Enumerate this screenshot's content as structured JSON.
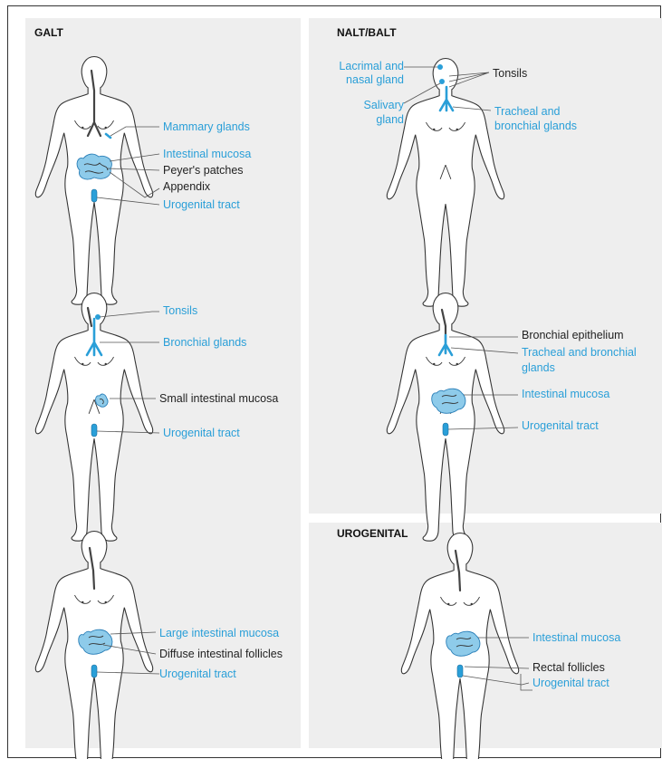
{
  "panels": {
    "galt": {
      "title": "GALT"
    },
    "nalt": {
      "title": "NALT/BALT"
    },
    "urogenital": {
      "title": "UROGENITAL"
    }
  },
  "colors": {
    "blue": "#2a9fd8",
    "black": "#222222",
    "panel_bg": "#eeeeee"
  },
  "figures": {
    "galt1": {
      "labels": [
        "Mammary glands",
        "Intestinal mucosa",
        "Peyer's patches",
        "Appendix",
        "Urogenital tract"
      ]
    },
    "galt2": {
      "labels": [
        "Tonsils",
        "Bronchial glands",
        "Small intestinal mucosa",
        "Urogenital tract"
      ]
    },
    "galt3": {
      "labels": [
        "Large intestinal mucosa",
        "Diffuse intestinal follicles",
        "Urogenital tract"
      ]
    },
    "nalt1": {
      "labels": [
        "Lacrimal and",
        "nasal gland",
        "Salivary",
        "gland",
        "Tonsils",
        "Tracheal and",
        "bronchial glands"
      ]
    },
    "nalt2": {
      "labels": [
        "Bronchial epithelium",
        "Tracheal and bronchial",
        "glands",
        "Intestinal mucosa",
        "Urogenital tract"
      ]
    },
    "uro1": {
      "labels": [
        "Intestinal mucosa",
        "Rectal follicles",
        "Urogenital tract"
      ]
    }
  }
}
